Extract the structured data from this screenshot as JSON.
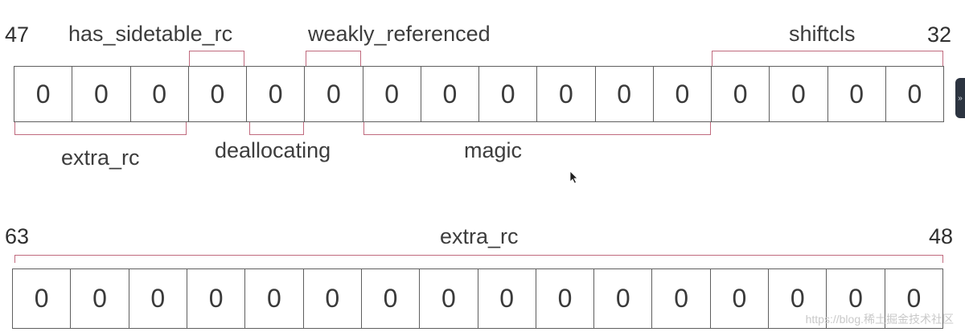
{
  "top_row": {
    "start_bit": "47",
    "end_bit": "32",
    "bits": [
      "0",
      "0",
      "0",
      "0",
      "0",
      "0",
      "0",
      "0",
      "0",
      "0",
      "0",
      "0",
      "0",
      "0",
      "0",
      "0"
    ],
    "labels": {
      "has_sidetable_rc": "has_sidetable_rc",
      "weakly_referenced": "weakly_referenced",
      "shiftcls": "shiftcls",
      "extra_rc": "extra_rc",
      "deallocating": "deallocating",
      "magic": "magic"
    }
  },
  "bottom_row": {
    "start_bit": "63",
    "end_bit": "48",
    "label": "extra_rc",
    "bits": [
      "0",
      "0",
      "0",
      "0",
      "0",
      "0",
      "0",
      "0",
      "0",
      "0",
      "0",
      "0",
      "0",
      "0",
      "0",
      "0"
    ]
  },
  "watermark": "https://blog.稀土掘金技术社区",
  "colors": {
    "bracket": "#c06a7e",
    "border": "#5f5f5f",
    "text": "#3a3a3a"
  },
  "icons": {
    "side_handle": "double-chevron-right-icon",
    "cursor": "mouse-pointer-icon"
  }
}
